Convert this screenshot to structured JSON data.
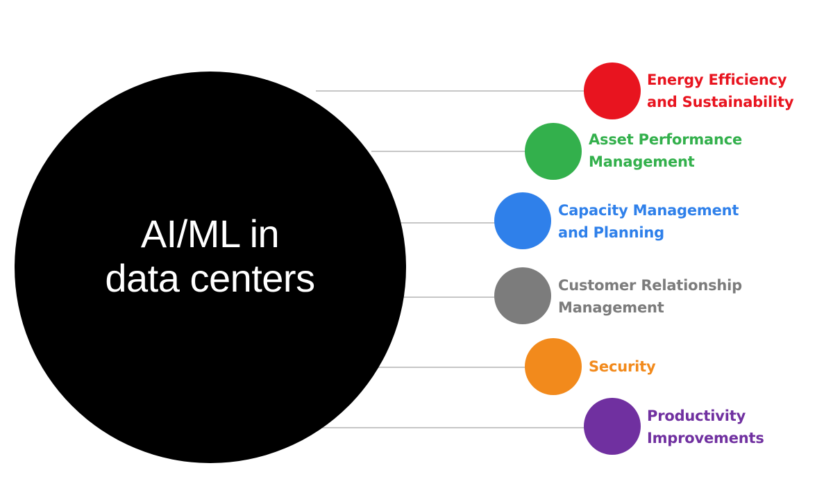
{
  "center": {
    "line1": "AI/ML in",
    "line2": "data centers",
    "color": "#000000"
  },
  "items": [
    {
      "line1": "Energy Efficiency",
      "line2": "and Sustainability",
      "color": "#e8141f"
    },
    {
      "line1": "Asset Performance",
      "line2": "Management",
      "color": "#33b04c"
    },
    {
      "line1": "Capacity Management",
      "line2": "and Planning",
      "color": "#2f80ea"
    },
    {
      "line1": "Customer Relationship",
      "line2": "Management",
      "color": "#7c7c7c"
    },
    {
      "line1": "Security",
      "line2": "",
      "color": "#f28a1c"
    },
    {
      "line1": "Productivity",
      "line2": "Improvements",
      "color": "#7030a0"
    }
  ],
  "connector_color": "#b3b3b3"
}
